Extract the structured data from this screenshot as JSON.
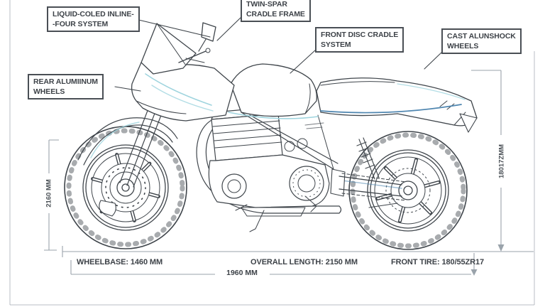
{
  "diagram": {
    "title": "motorcycle-technical-diagram",
    "callouts": [
      {
        "name": "liquid-cooled-inline-four",
        "lines": [
          "LIQUID-COLED INLINE-",
          "-FOUR SYSTEM"
        ]
      },
      {
        "name": "twin-spar-cradle-frame",
        "lines": [
          "TWIN-SPAR",
          "CRADLE FRAME"
        ]
      },
      {
        "name": "front-disc-cradle-system",
        "lines": [
          "FRONT DISC CRADLE",
          "SYSTEM"
        ]
      },
      {
        "name": "cast-alunshock-wheels",
        "lines": [
          "CAST ALUNSHOCK",
          "WHEELS"
        ]
      },
      {
        "name": "rear-aluminum-wheels",
        "lines": [
          "REAR ALUMIINUM",
          "WHEELS"
        ]
      }
    ],
    "dimensions": {
      "left_height": "2160 MM",
      "right_height": "18017ZMM",
      "wheelbase": "WHEELBASE: 1460 MM",
      "overall_length": "OVERALL LENGTH: 2150 MM",
      "front_tire": "FRONT TIRE: 180/55ZR17",
      "lower_width": "1960 MM"
    },
    "colors": {
      "line": "#3f454b",
      "dimension": "#9aa3ab",
      "accent_cyan": "#9fd4de",
      "accent_blue": "#4f86b0",
      "text": "#3d4248",
      "background": "#ffffff"
    }
  }
}
